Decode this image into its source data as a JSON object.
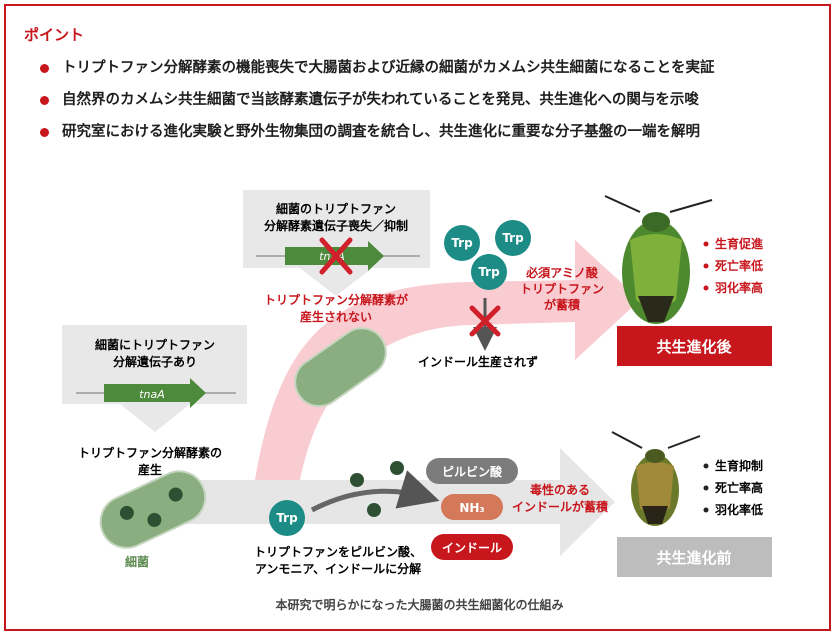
{
  "points": {
    "heading": "ポイント",
    "items": [
      "トリプトファン分解酵素の機能喪失で大腸菌および近縁の細菌がカメムシ共生細菌になることを実証",
      "自然界のカメムシ共生細菌で当該酵素遺伝子が失われていることを発見、共生進化への関与を示唆",
      "研究室における進化実験と野外生物集団の調査を統合し、共生進化に重要な分子基盤の一端を解明"
    ]
  },
  "diagram": {
    "before": {
      "gene_box_line1": "細菌にトリプトファン",
      "gene_box_line2": "分解遺伝子あり",
      "gene_name": "tnaA",
      "enzyme_line1": "トリプトファン分解酵素の",
      "enzyme_line2": "産生",
      "bacteria_label": "細菌",
      "trp": "Trp",
      "products": [
        "ピルビン酸",
        "NH₃",
        "インドール"
      ],
      "decompose_line1": "トリプトファンをピルビン酸、",
      "decompose_line2": "アンモニア、インドールに分解",
      "toxic_line1": "毒性のある",
      "toxic_line2": "インドールが蓄積",
      "effects": [
        "生育抑制",
        "死亡率高",
        "羽化率低"
      ],
      "stage_label": "共生進化前"
    },
    "after": {
      "gene_box_line1": "細菌のトリプトファン",
      "gene_box_line2": "分解酵素遺伝子喪失／抑制",
      "gene_name": "tnaA",
      "no_enzyme_line1": "トリプトファン分解酵素が",
      "no_enzyme_line2": "産生されない",
      "trp_labels": [
        "Trp",
        "Trp",
        "Trp"
      ],
      "no_indole": "インドール生産されず",
      "accum_line1": "必須アミノ酸",
      "accum_line2": "トリプトファン",
      "accum_line3": "が蓄積",
      "effects": [
        "生育促進",
        "死亡率低",
        "羽化率高"
      ],
      "stage_label": "共生進化後"
    },
    "caption": "本研究で明らかになった大腸菌の共生細菌化の仕組み"
  },
  "colors": {
    "accent": "#c8161d",
    "bacteria_green": "#8aae80",
    "gene_arrow": "#4e8a3c",
    "gray": "#bdbdbd"
  }
}
